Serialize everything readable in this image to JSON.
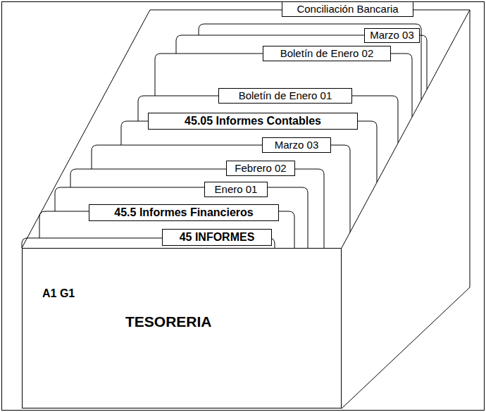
{
  "diagram": {
    "nodes": [
      {
        "text": [
          "Conciliación Bancaria"
        ]
      },
      {
        "text": [
          "Marzo 03"
        ]
      },
      {
        "text": [
          "Boletín de Enero 02"
        ]
      },
      {
        "text": [
          "Boletín de Enero 01"
        ]
      },
      {
        "text": [
          "45.05 Informes Contables"
        ]
      },
      {
        "text": [
          "Marzo 03"
        ]
      },
      {
        "text": [
          "Febrero 02"
        ]
      },
      {
        "text": [
          "Enero 01"
        ]
      },
      {
        "text": [
          "45.5 Informes Financieros"
        ]
      },
      {
        "text": [
          "45 INFORMES"
        ]
      },
      {
        "text": [
          "A1 G1",
          "TESORERIA"
        ]
      }
    ]
  }
}
